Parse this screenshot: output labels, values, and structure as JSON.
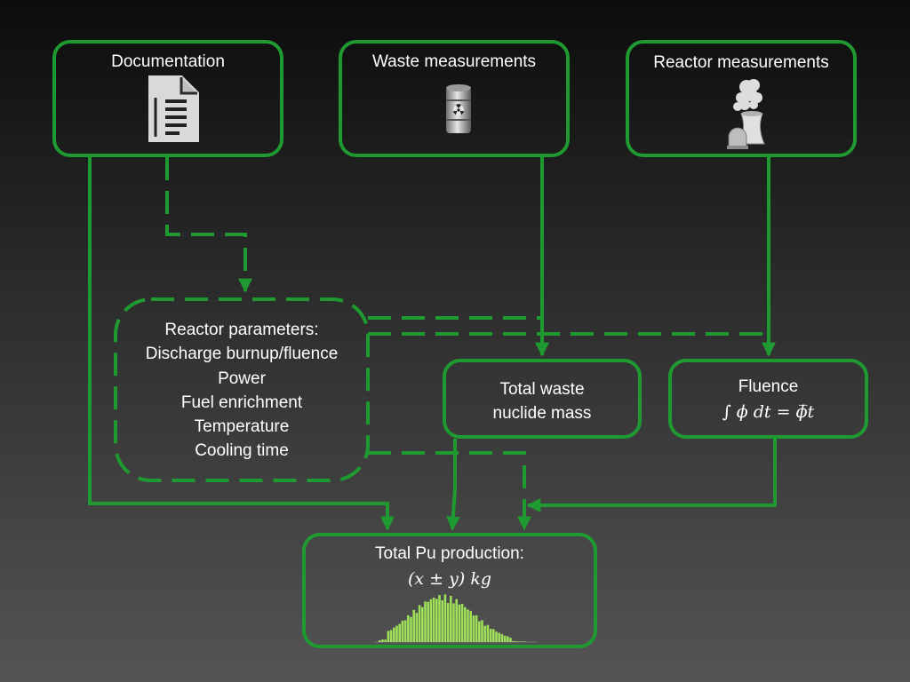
{
  "sources": {
    "documentation": {
      "title": "Documentation",
      "icon": "document-icon"
    },
    "waste": {
      "title": "Waste measurements",
      "icon": "waste-barrel-icon"
    },
    "reactor": {
      "title": "Reactor measurements",
      "icon": "cooling-tower-icon"
    }
  },
  "reactor_parameters": {
    "lines": [
      "Reactor parameters:",
      "Discharge burnup/fluence",
      "Power",
      "Fuel enrichment",
      "Temperature",
      "Cooling time"
    ]
  },
  "total_waste": {
    "lines": [
      "Total waste",
      "nuclide mass"
    ]
  },
  "fluence": {
    "title": "Fluence",
    "formula": "∫ ϕ 𝑑𝑡 = ϕ̅𝑡"
  },
  "result": {
    "title": "Total Pu production:",
    "formula": "(𝑥  ± 𝑦) 𝑘𝑔",
    "icon": "histogram-icon"
  },
  "colors": {
    "accent": "#1f9a31",
    "histogram": "#9ee05a",
    "background_top": "#0c0c0c",
    "background_bottom": "#545454"
  }
}
